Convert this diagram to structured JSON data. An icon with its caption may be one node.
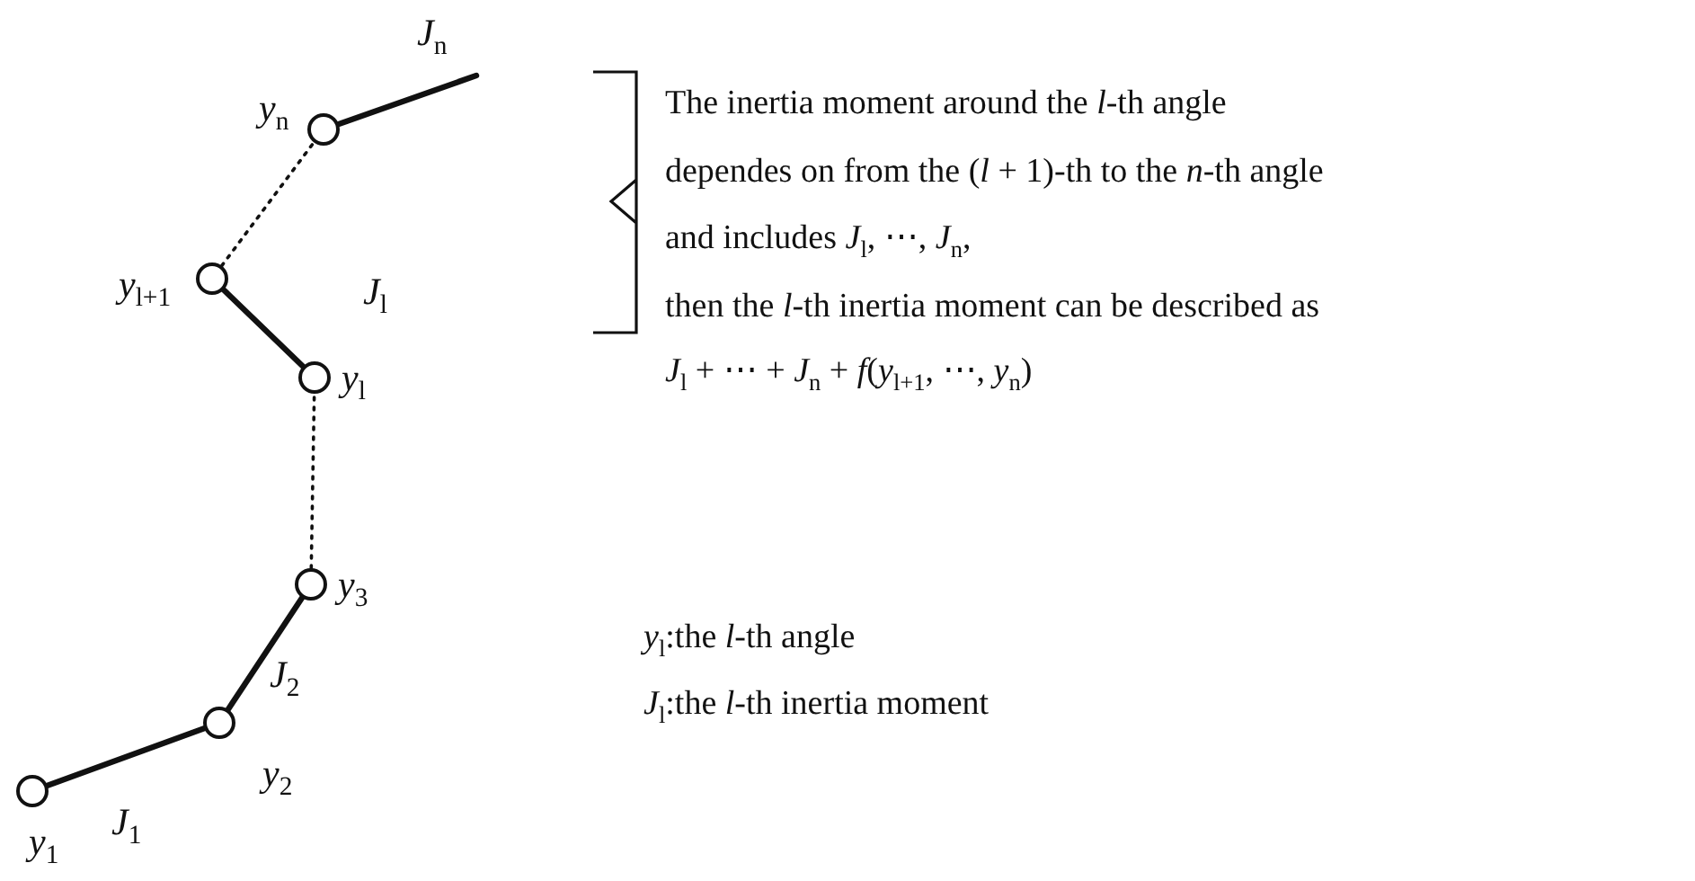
{
  "diagram": {
    "nodes": [
      {
        "text": [],
        "shape": "circle",
        "beside": [
          "*y*$_{1}$"
        ]
      },
      {
        "text": [],
        "shape": "circle",
        "beside": [
          "*y*$_{2}$"
        ]
      },
      {
        "text": [],
        "shape": "circle",
        "beside": [
          "*y*$_{3}$"
        ]
      },
      {
        "text": [],
        "shape": "circle",
        "beside": [
          "*y*$_{l}$"
        ]
      },
      {
        "text": [],
        "shape": "circle",
        "beside": [
          "*y*$_{l+1}$"
        ]
      },
      {
        "text": [],
        "shape": "circle",
        "beside": [
          "*y*$_{n}$"
        ]
      }
    ],
    "edges": [
      {
        "from": 0,
        "to": 1,
        "arrow": "none",
        "label": "*J*$_{1}$"
      },
      {
        "from": 1,
        "to": 2,
        "arrow": "none",
        "label": "*J*$_{2}$"
      },
      {
        "from": 2,
        "to": 3,
        "arrow": "none",
        "style": "dashed"
      },
      {
        "from": 3,
        "to": 4,
        "arrow": "none",
        "label": "*J*$_{l}$"
      },
      {
        "from": 4,
        "to": 5,
        "arrow": "none",
        "style": "dashed"
      },
      {
        "from": 5,
        "to": null,
        "arrow": "none",
        "label": "*J*$_{n}$"
      }
    ],
    "labels": [
      "The inertia moment around the *l*-th angle",
      "dependes on from the (*l* + 1)-th to the *n*-th angle",
      "and includes *J*$_{l}$, ⋯, *J*$_{n}$,",
      "then the *l*-th inertia moment can be described as",
      "*J*$_{l}$ + ⋯ + *J*$_{n}$ + *f*(*y*$_{l+1}$, ⋯, *y*$_{n}$)",
      "*y*$_{l}$:the *l*-th angle",
      "*J*$_{l}$:the *l*-th inertia moment"
    ]
  }
}
